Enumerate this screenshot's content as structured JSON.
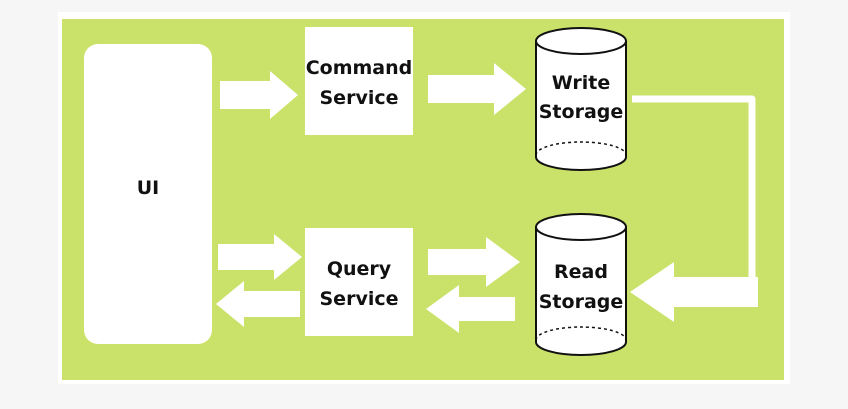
{
  "colors": {
    "panel": "#cae16a",
    "shape_fill": "#ffffff",
    "outline": "#111111",
    "text": "#111111"
  },
  "nodes": {
    "ui": {
      "label": "UI"
    },
    "command_service": {
      "line1": "Command",
      "line2": "Service"
    },
    "query_service": {
      "line1": "Query",
      "line2": "Service"
    },
    "write_storage": {
      "line1": "Write",
      "line2": "Storage"
    },
    "read_storage": {
      "line1": "Read",
      "line2": "Storage"
    }
  }
}
